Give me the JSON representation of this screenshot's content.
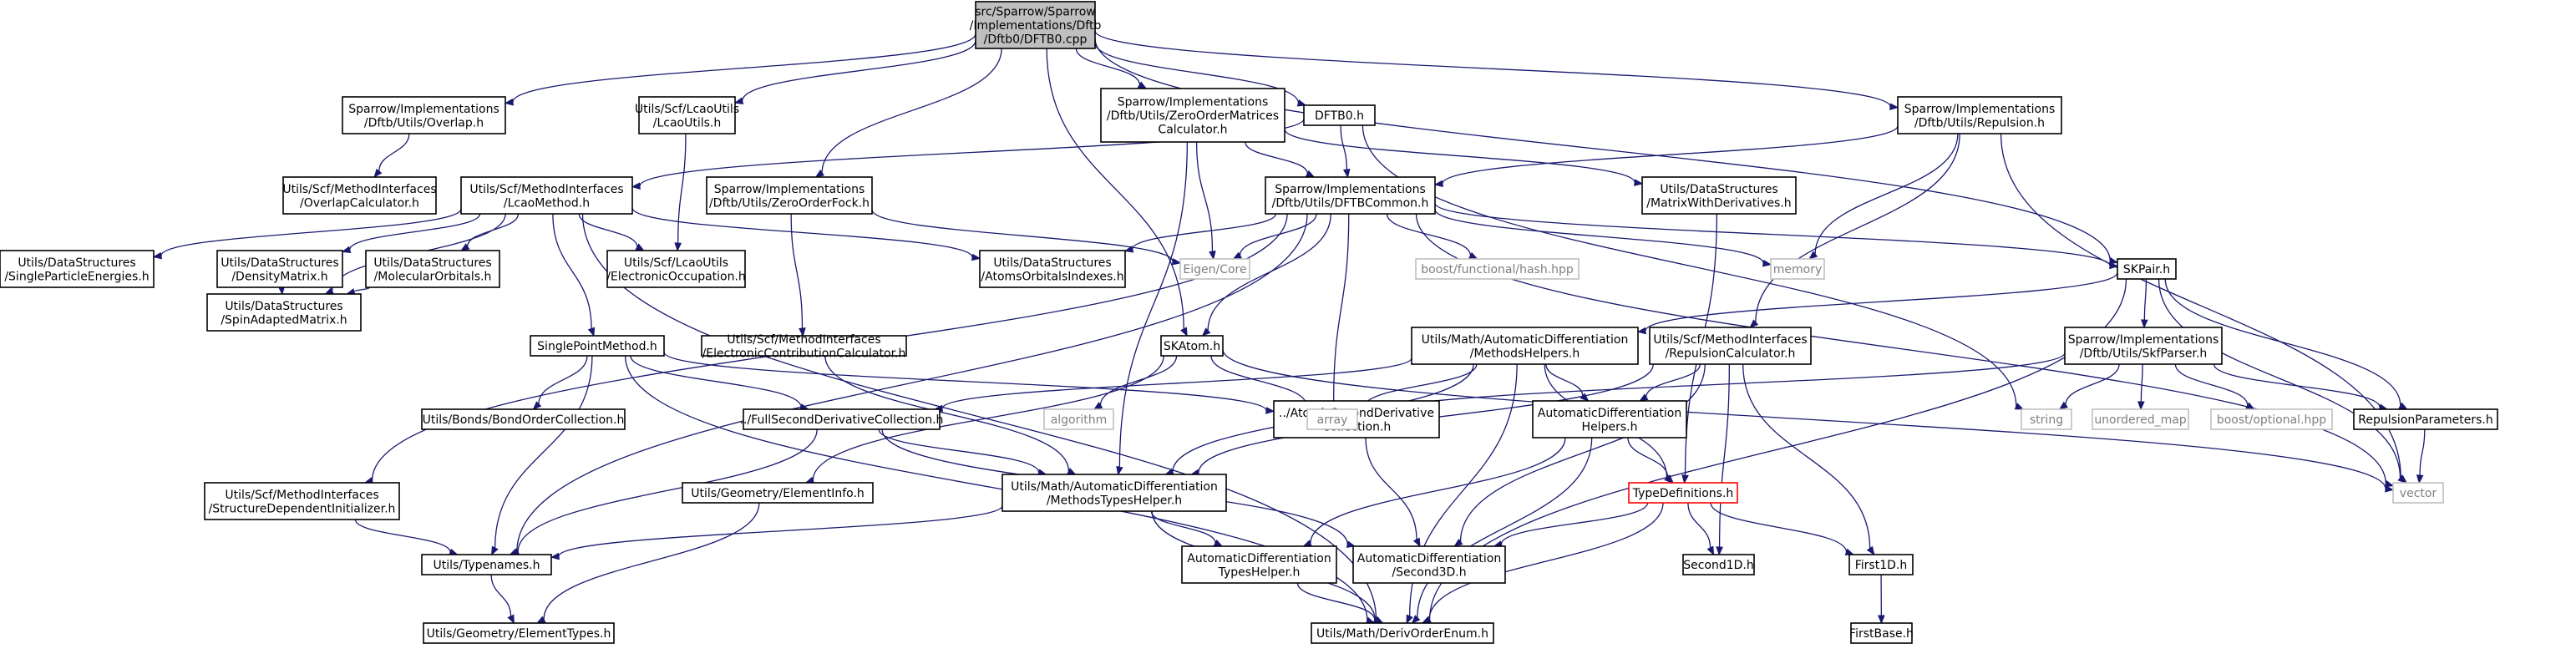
{
  "graph": {
    "nodes": [
      {
        "id": "root",
        "lines": [
          "src/Sparrow/Sparrow",
          "/Implementations/Dftb",
          "/Dftb0/DFTB0.cpp"
        ],
        "style": "root"
      },
      {
        "id": "overlap",
        "lines": [
          "Sparrow/Implementations",
          "/Dftb/Utils/Overlap.h"
        ],
        "style": "normal"
      },
      {
        "id": "lcaoutils",
        "lines": [
          "Utils/Scf/LcaoUtils",
          "/LcaoUtils.h"
        ],
        "style": "normal"
      },
      {
        "id": "zeroorder",
        "lines": [
          "Sparrow/Implementations",
          "/Dftb/Utils/ZeroOrderMatrices",
          "Calculator.h"
        ],
        "style": "normal"
      },
      {
        "id": "dftb0h",
        "lines": [
          "DFTB0.h"
        ],
        "style": "normal"
      },
      {
        "id": "repulsion",
        "lines": [
          "Sparrow/Implementations",
          "/Dftb/Utils/Repulsion.h"
        ],
        "style": "normal"
      },
      {
        "id": "overlapcalc",
        "lines": [
          "Utils/Scf/MethodInterfaces",
          "/OverlapCalculator.h"
        ],
        "style": "normal"
      },
      {
        "id": "lcaomethod",
        "lines": [
          "Utils/Scf/MethodInterfaces",
          "/LcaoMethod.h"
        ],
        "style": "normal"
      },
      {
        "id": "zofock",
        "lines": [
          "Sparrow/Implementations",
          "/Dftb/Utils/ZeroOrderFock.h"
        ],
        "style": "normal"
      },
      {
        "id": "dftbcommon",
        "lines": [
          "Sparrow/Implementations",
          "/Dftb/Utils/DFTBCommon.h"
        ],
        "style": "normal"
      },
      {
        "id": "matrixwithder",
        "lines": [
          "Utils/DataStructures",
          "/MatrixWithDerivatives.h"
        ],
        "style": "normal"
      },
      {
        "id": "singleparticle",
        "lines": [
          "Utils/DataStructures",
          "/SingleParticleEnergies.h"
        ],
        "style": "normal"
      },
      {
        "id": "densitymatrix",
        "lines": [
          "Utils/DataStructures",
          "/DensityMatrix.h"
        ],
        "style": "normal"
      },
      {
        "id": "molorbitals",
        "lines": [
          "Utils/DataStructures",
          "/MolecularOrbitals.h"
        ],
        "style": "normal"
      },
      {
        "id": "electronicocc",
        "lines": [
          "Utils/Scf/LcaoUtils",
          "/ElectronicOccupation.h"
        ],
        "style": "normal"
      },
      {
        "id": "atomsorbitals",
        "lines": [
          "Utils/DataStructures",
          "/AtomsOrbitalsIndexes.h"
        ],
        "style": "normal"
      },
      {
        "id": "eigencore",
        "lines": [
          "Eigen/Core"
        ],
        "style": "external"
      },
      {
        "id": "boosthash",
        "lines": [
          "boost/functional/hash.hpp"
        ],
        "style": "external"
      },
      {
        "id": "memory",
        "lines": [
          "memory"
        ],
        "style": "external"
      },
      {
        "id": "skpair",
        "lines": [
          "SKPair.h"
        ],
        "style": "normal"
      },
      {
        "id": "spinadapted",
        "lines": [
          "Utils/DataStructures",
          "/SpinAdaptedMatrix.h"
        ],
        "style": "normal"
      },
      {
        "id": "singlepoint",
        "lines": [
          "SinglePointMethod.h"
        ],
        "style": "normal"
      },
      {
        "id": "electroniccontrib",
        "lines": [
          "Utils/Scf/MethodInterfaces",
          "/ElectronicContributionCalculator.h"
        ],
        "style": "normal"
      },
      {
        "id": "skatom",
        "lines": [
          "SKAtom.h"
        ],
        "style": "normal"
      },
      {
        "id": "methodshelpers",
        "lines": [
          "Utils/Math/AutomaticDifferentiation",
          "/MethodsHelpers.h"
        ],
        "style": "normal"
      },
      {
        "id": "repulsioncalc",
        "lines": [
          "Utils/Scf/MethodInterfaces",
          "/RepulsionCalculator.h"
        ],
        "style": "normal"
      },
      {
        "id": "skfparser",
        "lines": [
          "Sparrow/Implementations",
          "/Dftb/Utils/SkfParser.h"
        ],
        "style": "normal"
      },
      {
        "id": "bondorder",
        "lines": [
          "Utils/Bonds/BondOrderCollection.h"
        ],
        "style": "normal"
      },
      {
        "id": "fullsecond",
        "lines": [
          "../FullSecondDerivativeCollection.h"
        ],
        "style": "normal"
      },
      {
        "id": "algorithm",
        "lines": [
          "algorithm"
        ],
        "style": "external"
      },
      {
        "id": "atomicsecond",
        "lines": [
          "../AtomicSecondDerivative",
          "Collection.h"
        ],
        "style": "normal"
      },
      {
        "id": "array",
        "lines": [
          "array"
        ],
        "style": "external"
      },
      {
        "id": "autodiffhelpers",
        "lines": [
          "AutomaticDifferentiation",
          "Helpers.h"
        ],
        "style": "normal"
      },
      {
        "id": "string",
        "lines": [
          "string"
        ],
        "style": "external"
      },
      {
        "id": "unorderedmap",
        "lines": [
          "unordered_map"
        ],
        "style": "external"
      },
      {
        "id": "boostoptional",
        "lines": [
          "boost/optional.hpp"
        ],
        "style": "external"
      },
      {
        "id": "repulsionparams",
        "lines": [
          "RepulsionParameters.h"
        ],
        "style": "normal"
      },
      {
        "id": "structdepinit",
        "lines": [
          "Utils/Scf/MethodInterfaces",
          "/StructureDependentInitializer.h"
        ],
        "style": "normal"
      },
      {
        "id": "elementinfo",
        "lines": [
          "Utils/Geometry/ElementInfo.h"
        ],
        "style": "normal"
      },
      {
        "id": "methodstypes",
        "lines": [
          "Utils/Math/AutomaticDifferentiation",
          "/MethodsTypesHelper.h"
        ],
        "style": "normal"
      },
      {
        "id": "typedefs",
        "lines": [
          "TypeDefinitions.h"
        ],
        "style": "red"
      },
      {
        "id": "vector",
        "lines": [
          "vector"
        ],
        "style": "external"
      },
      {
        "id": "typenames",
        "lines": [
          "Utils/Typenames.h"
        ],
        "style": "normal"
      },
      {
        "id": "adtypeshelper",
        "lines": [
          "AutomaticDifferentiation",
          "TypesHelper.h"
        ],
        "style": "normal"
      },
      {
        "id": "adsecond3d",
        "lines": [
          "AutomaticDifferentiation",
          "/Second3D.h"
        ],
        "style": "normal"
      },
      {
        "id": "second1d",
        "lines": [
          "Second1D.h"
        ],
        "style": "normal"
      },
      {
        "id": "first1d",
        "lines": [
          "First1D.h"
        ],
        "style": "normal"
      },
      {
        "id": "elementtypes",
        "lines": [
          "Utils/Geometry/ElementTypes.h"
        ],
        "style": "normal"
      },
      {
        "id": "derivorder",
        "lines": [
          "Utils/Math/DerivOrderEnum.h"
        ],
        "style": "normal"
      },
      {
        "id": "firstbase",
        "lines": [
          "FirstBase.h"
        ],
        "style": "normal"
      }
    ],
    "edges": [
      [
        "root",
        "overlap"
      ],
      [
        "root",
        "lcaoutils"
      ],
      [
        "root",
        "zeroorder"
      ],
      [
        "root",
        "dftb0h"
      ],
      [
        "root",
        "repulsion"
      ],
      [
        "root",
        "zofock"
      ],
      [
        "root",
        "skatom"
      ],
      [
        "root",
        "skpair"
      ],
      [
        "overlap",
        "overlapcalc"
      ],
      [
        "lcaoutils",
        "electronicocc"
      ],
      [
        "zeroorder",
        "dftbcommon"
      ],
      [
        "zeroorder",
        "matrixwithder"
      ],
      [
        "zeroorder",
        "eigencore"
      ],
      [
        "zeroorder",
        "methodstypes"
      ],
      [
        "dftb0h",
        "lcaomethod"
      ],
      [
        "dftb0h",
        "dftbcommon"
      ],
      [
        "dftb0h",
        "string"
      ],
      [
        "repulsion",
        "dftbcommon"
      ],
      [
        "repulsion",
        "memory"
      ],
      [
        "repulsion",
        "repulsioncalc"
      ],
      [
        "repulsion",
        "vector"
      ],
      [
        "lcaomethod",
        "singleparticle"
      ],
      [
        "lcaomethod",
        "densitymatrix"
      ],
      [
        "lcaomethod",
        "molorbitals"
      ],
      [
        "lcaomethod",
        "electronicocc"
      ],
      [
        "lcaomethod",
        "atomsorbitals"
      ],
      [
        "lcaomethod",
        "spinadapted"
      ],
      [
        "lcaomethod",
        "singlepoint"
      ],
      [
        "lcaomethod",
        "derivorder"
      ],
      [
        "zofock",
        "electroniccontrib"
      ],
      [
        "zofock",
        "eigencore"
      ],
      [
        "dftbcommon",
        "atomsorbitals"
      ],
      [
        "dftbcommon",
        "eigencore"
      ],
      [
        "dftbcommon",
        "boosthash"
      ],
      [
        "dftbcommon",
        "memory"
      ],
      [
        "dftbcommon",
        "skpair"
      ],
      [
        "dftbcommon",
        "skatom"
      ],
      [
        "dftbcommon",
        "array"
      ],
      [
        "dftbcommon",
        "structdepinit"
      ],
      [
        "dftbcommon",
        "typenames"
      ],
      [
        "dftbcommon",
        "vector"
      ],
      [
        "matrixwithder",
        "typedefs"
      ],
      [
        "densitymatrix",
        "spinadapted"
      ],
      [
        "molorbitals",
        "spinadapted"
      ],
      [
        "skpair",
        "methodshelpers"
      ],
      [
        "skpair",
        "skfparser"
      ],
      [
        "skpair",
        "repulsionparams"
      ],
      [
        "skpair",
        "derivorder"
      ],
      [
        "skpair",
        "vector"
      ],
      [
        "singlepoint",
        "bondorder"
      ],
      [
        "singlepoint",
        "fullsecond"
      ],
      [
        "singlepoint",
        "atomicsecond"
      ],
      [
        "singlepoint",
        "typenames"
      ],
      [
        "singlepoint",
        "derivorder"
      ],
      [
        "electroniccontrib",
        "methodstypes"
      ],
      [
        "skatom",
        "algorithm"
      ],
      [
        "skatom",
        "array"
      ],
      [
        "skatom",
        "elementinfo"
      ],
      [
        "skatom",
        "vector"
      ],
      [
        "methodshelpers",
        "array"
      ],
      [
        "methodshelpers",
        "autodiffhelpers"
      ],
      [
        "methodshelpers",
        "typedefs"
      ],
      [
        "methodshelpers",
        "methodstypes"
      ],
      [
        "methodshelpers",
        "fullsecond"
      ],
      [
        "methodshelpers",
        "derivorder"
      ],
      [
        "repulsioncalc",
        "autodiffhelpers"
      ],
      [
        "repulsioncalc",
        "methodstypes"
      ],
      [
        "repulsioncalc",
        "second1d"
      ],
      [
        "repulsioncalc",
        "first1d"
      ],
      [
        "repulsioncalc",
        "adsecond3d"
      ],
      [
        "skfparser",
        "array"
      ],
      [
        "skfparser",
        "string"
      ],
      [
        "skfparser",
        "unorderedmap"
      ],
      [
        "skfparser",
        "boostoptional"
      ],
      [
        "skfparser",
        "repulsionparams"
      ],
      [
        "fullsecond",
        "methodstypes"
      ],
      [
        "fullsecond",
        "typenames"
      ],
      [
        "fullsecond",
        "adsecond3d"
      ],
      [
        "atomicsecond",
        "adsecond3d"
      ],
      [
        "autodiffhelpers",
        "typedefs"
      ],
      [
        "autodiffhelpers",
        "adtypeshelper"
      ],
      [
        "autodiffhelpers",
        "derivorder"
      ],
      [
        "repulsionparams",
        "vector"
      ],
      [
        "structdepinit",
        "typenames"
      ],
      [
        "elementinfo",
        "elementtypes"
      ],
      [
        "methodstypes",
        "typenames"
      ],
      [
        "methodstypes",
        "adtypeshelper"
      ],
      [
        "methodstypes",
        "derivorder"
      ],
      [
        "typedefs",
        "second1d"
      ],
      [
        "typedefs",
        "first1d"
      ],
      [
        "typedefs",
        "adsecond3d"
      ],
      [
        "typedefs",
        "derivorder"
      ],
      [
        "typenames",
        "elementtypes"
      ],
      [
        "adtypeshelper",
        "derivorder"
      ],
      [
        "first1d",
        "firstbase"
      ]
    ]
  },
  "colors": {
    "edge": "#191970",
    "normal_border": "#000000",
    "external_border": "#bfbfbf",
    "external_text": "#7f7f7f",
    "red_border": "#ff0000",
    "root_fill": "#bfbfbf"
  }
}
